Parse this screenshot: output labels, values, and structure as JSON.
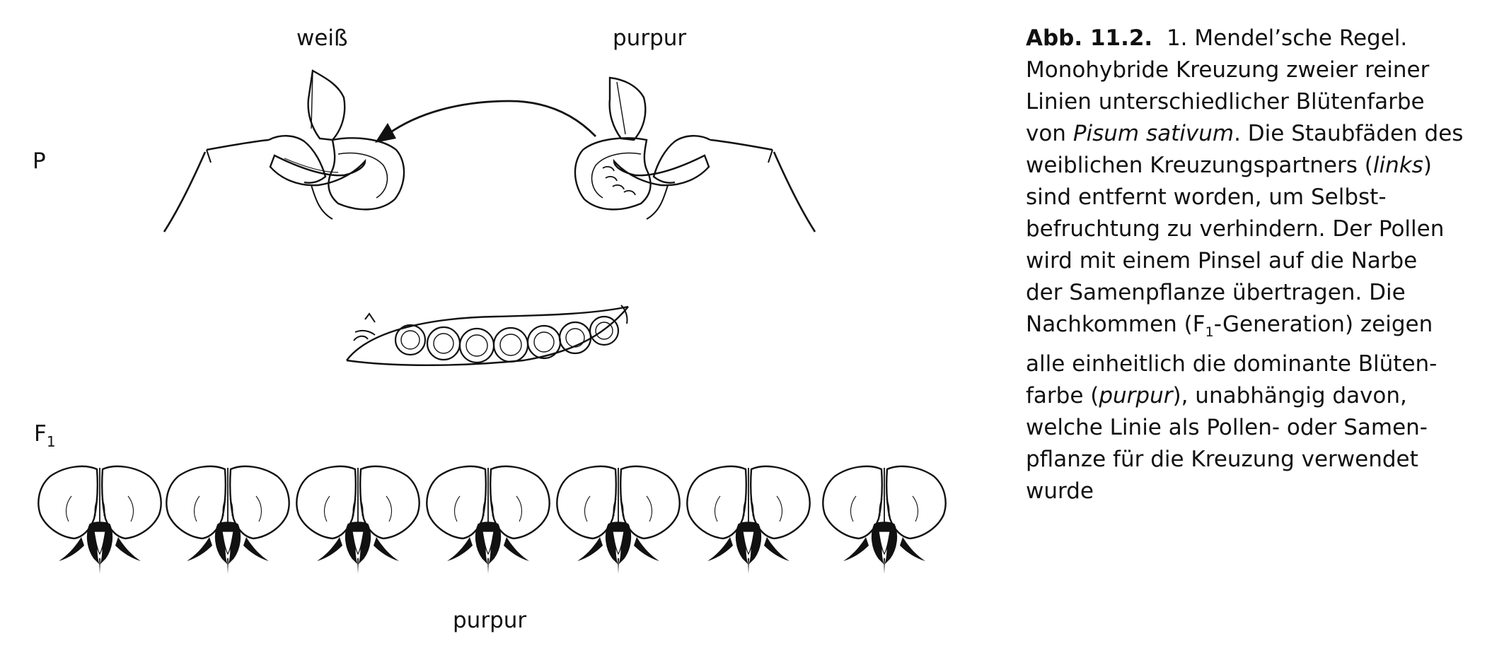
{
  "labels": {
    "parent_left": "weiß",
    "parent_right": "purpur",
    "generation_p": "P",
    "generation_f1": "F",
    "generation_f1_sub": "1",
    "offspring_color": "purpur"
  },
  "caption": {
    "title": "Abb. 11.2.",
    "l1": "1. Mendel’sche Regel.",
    "l2": "Monohybride Kreuzung zweier reiner",
    "l3": "Linien unterschiedlicher Blütenfarbe",
    "l4a": "von ",
    "l4b": "Pisum sativum",
    "l4c": ". Die Staubfäden des",
    "l5a": "weiblichen Kreuzungspartners (",
    "l5b": "links",
    "l5c": ")",
    "l6": "sind entfernt worden, um Selbst-",
    "l7": "befruchtung zu verhindern. Der Pollen",
    "l8": "wird mit einem Pinsel auf die Narbe",
    "l9": "der Samenpflanze übertragen. Die",
    "l10a": "Nachkommen (F",
    "l10b": "1",
    "l10c": "-Generation) zeigen",
    "l11": "alle einheitlich die dominante Blüten-",
    "l12a": "farbe (",
    "l12b": "purpur",
    "l12c": "), unabhängig davon,",
    "l13": "welche Linie als Pollen- oder Samen-",
    "l14": "pflanze für die Kreuzung verwendet",
    "l15": "wurde"
  },
  "offspring": [
    {
      "flower": "f1-flower-1"
    },
    {
      "flower": "f1-flower-2"
    },
    {
      "flower": "f1-flower-3"
    },
    {
      "flower": "f1-flower-4"
    },
    {
      "flower": "f1-flower-5"
    },
    {
      "flower": "f1-flower-6"
    },
    {
      "flower": "f1-flower-7"
    }
  ],
  "pod_peas": 7,
  "colors": {
    "ink": "#111111",
    "background": "#ffffff"
  }
}
